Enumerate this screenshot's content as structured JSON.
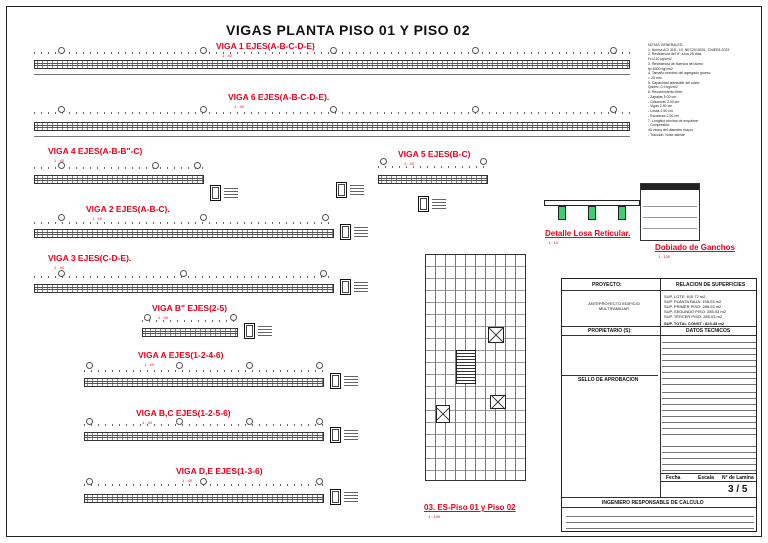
{
  "title": "VIGAS PLANTA PISO 01 Y PISO 02",
  "beam_labels": [
    {
      "text": "VIGA 1 EJES(A-B-C-D-E)",
      "scale": "1 : 40"
    },
    {
      "text": "VIGA 6 EJES(A-B-C-D-E).",
      "scale": "1 : 40"
    },
    {
      "text": "VIGA 4 EJES(A-B-B\"-C)",
      "scale": "1 : 40"
    },
    {
      "text": "VIGA 5 EJES(B-C)",
      "scale": "1 : 40"
    },
    {
      "text": "VIGA 2 EJES(A-B-C).",
      "scale": "1 : 40"
    },
    {
      "text": "VIGA 3 EJES(C-D-E).",
      "scale": "1 : 40"
    },
    {
      "text": "VIGA B\" EJES(2-5)",
      "scale": "1 : 40"
    },
    {
      "text": "VIGA A EJES(1-2-4-6)",
      "scale": "1 : 40"
    },
    {
      "text": "VIGA B,C EJES(1-2-5-6)",
      "scale": "1 : 40"
    },
    {
      "text": "VIGA D,E EJES(1-3-6)",
      "scale": "1 : 40"
    }
  ],
  "notes": [
    "NOTAS GENERALES:",
    "1. Norma ACI 318 - 19, NEC2015001, CNIEE5-2023",
    "2. Resistencia del H° a los 28 días",
    "   f'c=210 kg/cm2",
    "3. Resistencia de fluencia del acero",
    "   fy=5000 kg/cm2",
    "4. Tamaño maximo del agregado grueso",
    "   = 25 mm",
    "5. Capacidad admisible del suelo",
    "   Qadm= 0.9 kg/cm2",
    "6. Recubrimiento libre:",
    "   - Zapatas   5.00 cm",
    "   - Columnas  3.00 cm",
    "   - Vigas       2.50 cm",
    "   - Losas       2.50 cm",
    "   - Escaleras  2.00 cm",
    "7. Longitud minima de empalme:",
    "   - Compresión:",
    "     40 veces del diametro mayor",
    "   - Tracción:       Nose admite"
  ],
  "details": {
    "losa": {
      "label": "Detalle Losa Reticular.",
      "scale": "1 : 10"
    },
    "ganchos": {
      "label": "Dobiado de Ganchos",
      "scale": "1 : 100"
    },
    "plan": {
      "label": "03. ES-Piso 01 y Piso 02",
      "scale": "1 : 100"
    }
  },
  "title_block": {
    "proyecto_hd": "PROYECTO:",
    "superficies_hd": "RELACION DE SUPERFICIES",
    "proyecto": "ANTEPROYECTO EDIFICIO MULTIFAMILIAR",
    "superficies": [
      "SUP. LOTE:               610.72 m2",
      "SUP. PLANTA BAJA:        195.03 m2",
      "SUP. PRIMER PISO:        285.03 m2",
      "SUP. SEGUNDO PISO:       285.03 m2",
      "SUP. TERCER PISO:        285.03 m2",
      "SUP. TOTAL CONST.:       823.43 m2"
    ],
    "propietario_hd": "PROPIETARIO (S):",
    "datos_hd": "DATOS TECNICOS",
    "sello_hd": "SELLO DE APROBACION",
    "fecha_hd": "Fecha",
    "escala_hd": "Escala",
    "lamina_hd": "N° de Lamina",
    "lamina": "3 / 5",
    "responsable": "INGENIERO RESPONSABLE DE CALCULO"
  }
}
